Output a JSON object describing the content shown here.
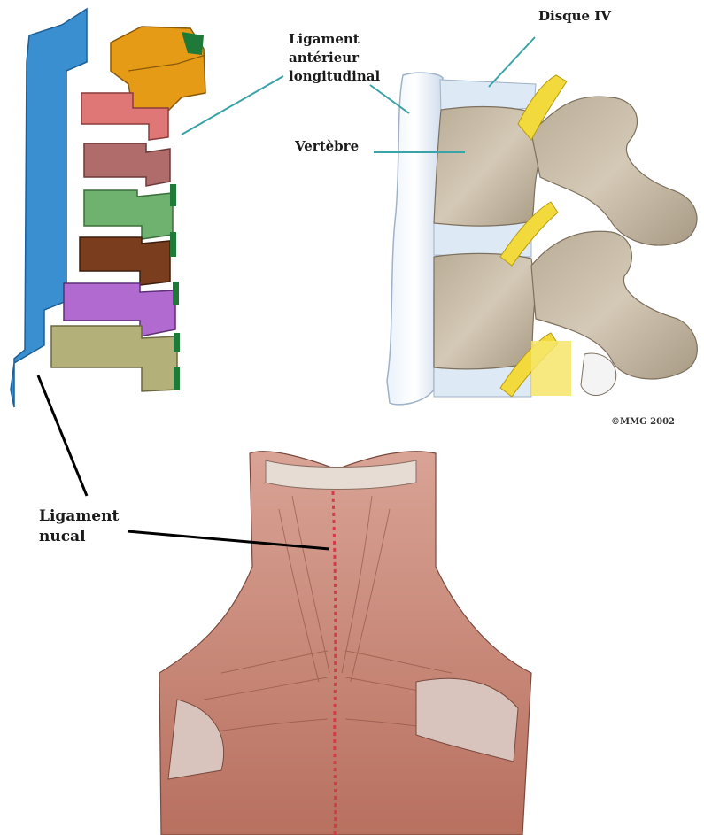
{
  "labels": {
    "disque_iv": "Disque IV",
    "ligament_anterieur_l1": "Ligament",
    "ligament_anterieur_l2": "antérieur",
    "ligament_anterieur_l3": "longitudinal",
    "vertebre": "Vertèbre",
    "ligament_nucal_l1": "Ligament",
    "ligament_nucal_l2": "nucal",
    "copyright": "©MMG 2002"
  },
  "colors": {
    "ligament_blue": "#3a8fd0",
    "leader_teal": "#3aa3a8",
    "leader_black": "#000000",
    "vert_orange": "#e69b17",
    "vert_red": "#e07777",
    "vert_mauve": "#b06b6b",
    "vert_green": "#6fb26f",
    "vert_brown": "#7a3e1e",
    "vert_purple": "#b06ad0",
    "vert_khaki": "#b4b07a",
    "accent_green": "#1f7a3a",
    "bone": "#c8bca8",
    "disc": "#dde9f4",
    "nerve_yellow": "#f3da3c",
    "muscle": "#c98272"
  }
}
